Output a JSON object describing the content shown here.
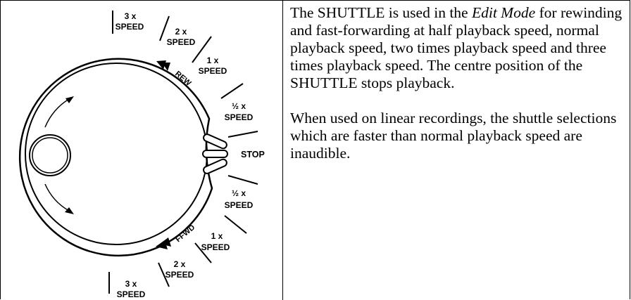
{
  "dial": {
    "rew": {
      "label": "REW",
      "speeds": [
        {
          "factor": "3 x",
          "unit": "SPEED"
        },
        {
          "factor": "2 x",
          "unit": "SPEED"
        },
        {
          "factor": "1 x",
          "unit": "SPEED"
        },
        {
          "factor": "½ x",
          "unit": "SPEED"
        }
      ]
    },
    "stop_label": "STOP",
    "ffwd": {
      "label": "FFWD",
      "speeds": [
        {
          "factor": "½ x",
          "unit": "SPEED"
        },
        {
          "factor": "1 x",
          "unit": "SPEED"
        },
        {
          "factor": "2 x",
          "unit": "SPEED"
        },
        {
          "factor": "3 x",
          "unit": "SPEED"
        }
      ]
    }
  },
  "description": {
    "p1_before": "The SHUTTLE is used in the ",
    "p1_emph": "Edit Mode",
    "p1_after": " for rewinding and fast-forwarding at half playback speed, normal playback speed, two times playback speed and three times playback speed. The centre position of the SHUTTLE stops playback.",
    "p2": "When used on linear recordings, the shuttle selections which are faster than normal playback speed are inaudible."
  }
}
